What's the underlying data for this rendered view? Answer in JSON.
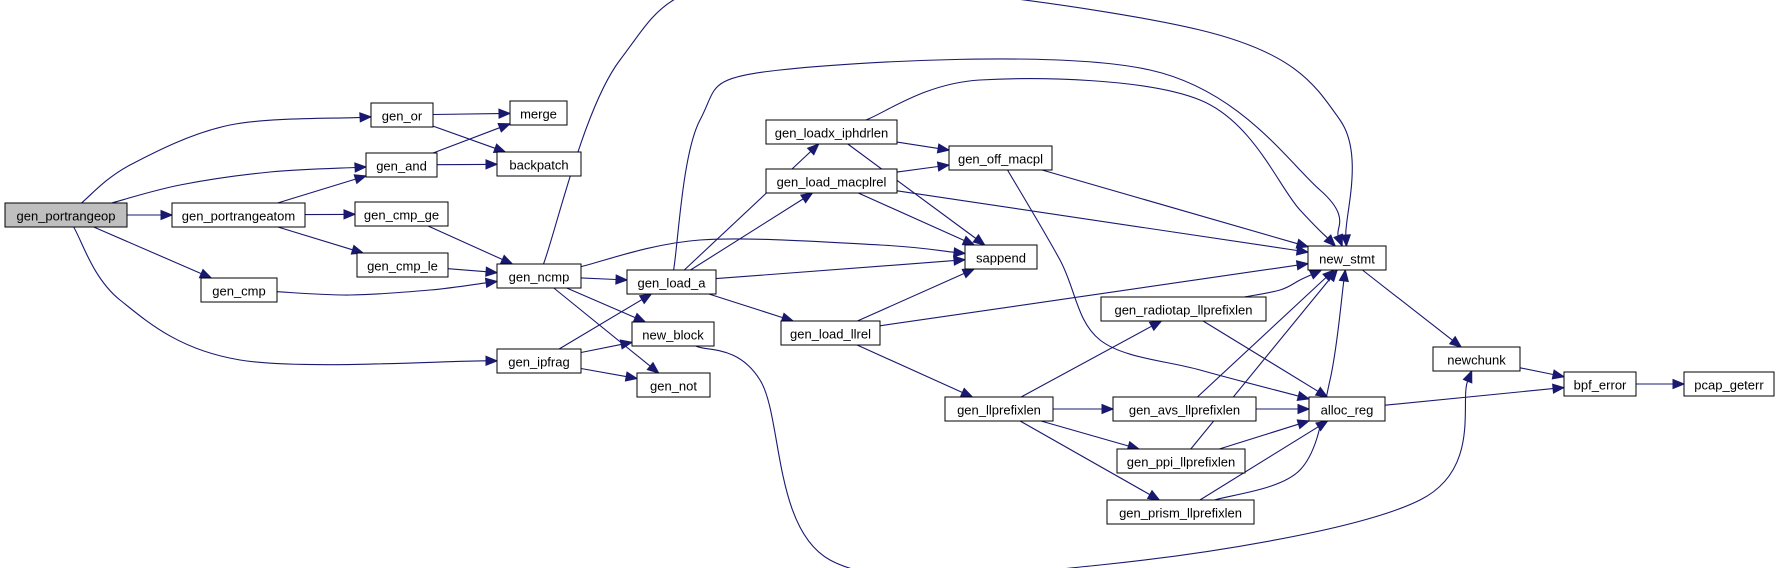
{
  "graph": {
    "edge_color": "#191970",
    "highlight_fill": "#bfbfbf",
    "nodes": [
      {
        "id": "gen_portrangeop",
        "label": "gen_portrangeop",
        "highlight": true
      },
      {
        "id": "gen_or",
        "label": "gen_or"
      },
      {
        "id": "gen_and",
        "label": "gen_and"
      },
      {
        "id": "gen_portrangeatom",
        "label": "gen_portrangeatom"
      },
      {
        "id": "gen_cmp",
        "label": "gen_cmp"
      },
      {
        "id": "gen_ipfrag",
        "label": "gen_ipfrag"
      },
      {
        "id": "merge",
        "label": "merge"
      },
      {
        "id": "backpatch",
        "label": "backpatch"
      },
      {
        "id": "gen_cmp_ge",
        "label": "gen_cmp_ge"
      },
      {
        "id": "gen_cmp_le",
        "label": "gen_cmp_le"
      },
      {
        "id": "gen_ncmp",
        "label": "gen_ncmp"
      },
      {
        "id": "gen_load_a",
        "label": "gen_load_a"
      },
      {
        "id": "new_block",
        "label": "new_block"
      },
      {
        "id": "gen_not",
        "label": "gen_not"
      },
      {
        "id": "gen_loadx_iphdrlen",
        "label": "gen_loadx_iphdrlen"
      },
      {
        "id": "gen_load_macplrel",
        "label": "gen_load_macplrel"
      },
      {
        "id": "gen_load_llrel",
        "label": "gen_load_llrel"
      },
      {
        "id": "gen_off_macpl",
        "label": "gen_off_macpl"
      },
      {
        "id": "sappend",
        "label": "sappend"
      },
      {
        "id": "gen_llprefixlen",
        "label": "gen_llprefixlen"
      },
      {
        "id": "gen_radiotap_llprefixlen",
        "label": "gen_radiotap_llprefixlen"
      },
      {
        "id": "gen_avs_llprefixlen",
        "label": "gen_avs_llprefixlen"
      },
      {
        "id": "gen_ppi_llprefixlen",
        "label": "gen_ppi_llprefixlen"
      },
      {
        "id": "gen_prism_llprefixlen",
        "label": "gen_prism_llprefixlen"
      },
      {
        "id": "new_stmt",
        "label": "new_stmt"
      },
      {
        "id": "alloc_reg",
        "label": "alloc_reg"
      },
      {
        "id": "newchunk",
        "label": "newchunk"
      },
      {
        "id": "bpf_error",
        "label": "bpf_error"
      },
      {
        "id": "pcap_geterr",
        "label": "pcap_geterr"
      }
    ],
    "edges": [
      [
        "gen_portrangeop",
        "gen_or"
      ],
      [
        "gen_portrangeop",
        "gen_and"
      ],
      [
        "gen_portrangeop",
        "gen_portrangeatom"
      ],
      [
        "gen_portrangeop",
        "gen_cmp"
      ],
      [
        "gen_portrangeop",
        "gen_ipfrag"
      ],
      [
        "gen_or",
        "merge"
      ],
      [
        "gen_or",
        "backpatch"
      ],
      [
        "gen_and",
        "merge"
      ],
      [
        "gen_and",
        "backpatch"
      ],
      [
        "gen_portrangeatom",
        "gen_and"
      ],
      [
        "gen_portrangeatom",
        "gen_cmp_ge"
      ],
      [
        "gen_portrangeatom",
        "gen_cmp_le"
      ],
      [
        "gen_cmp_ge",
        "gen_ncmp"
      ],
      [
        "gen_cmp_le",
        "gen_ncmp"
      ],
      [
        "gen_cmp",
        "gen_ncmp"
      ],
      [
        "gen_ncmp",
        "new_stmt"
      ],
      [
        "gen_ncmp",
        "sappend"
      ],
      [
        "gen_ncmp",
        "gen_load_a"
      ],
      [
        "gen_ncmp",
        "new_block"
      ],
      [
        "gen_ncmp",
        "gen_not"
      ],
      [
        "gen_ipfrag",
        "gen_load_a"
      ],
      [
        "gen_ipfrag",
        "new_block"
      ],
      [
        "gen_ipfrag",
        "gen_not"
      ],
      [
        "gen_load_a",
        "gen_loadx_iphdrlen"
      ],
      [
        "gen_load_a",
        "gen_load_macplrel"
      ],
      [
        "gen_load_a",
        "new_stmt"
      ],
      [
        "gen_load_a",
        "sappend"
      ],
      [
        "gen_load_a",
        "gen_load_llrel"
      ],
      [
        "new_block",
        "newchunk"
      ],
      [
        "gen_loadx_iphdrlen",
        "new_stmt"
      ],
      [
        "gen_loadx_iphdrlen",
        "gen_off_macpl"
      ],
      [
        "gen_loadx_iphdrlen",
        "sappend"
      ],
      [
        "gen_load_macplrel",
        "gen_off_macpl"
      ],
      [
        "gen_load_macplrel",
        "sappend"
      ],
      [
        "gen_load_macplrel",
        "new_stmt"
      ],
      [
        "gen_load_llrel",
        "sappend"
      ],
      [
        "gen_load_llrel",
        "new_stmt"
      ],
      [
        "gen_load_llrel",
        "gen_llprefixlen"
      ],
      [
        "gen_off_macpl",
        "new_stmt"
      ],
      [
        "gen_off_macpl",
        "alloc_reg"
      ],
      [
        "gen_llprefixlen",
        "gen_radiotap_llprefixlen"
      ],
      [
        "gen_llprefixlen",
        "gen_avs_llprefixlen"
      ],
      [
        "gen_llprefixlen",
        "gen_ppi_llprefixlen"
      ],
      [
        "gen_llprefixlen",
        "gen_prism_llprefixlen"
      ],
      [
        "gen_radiotap_llprefixlen",
        "new_stmt"
      ],
      [
        "gen_radiotap_llprefixlen",
        "alloc_reg"
      ],
      [
        "gen_avs_llprefixlen",
        "new_stmt"
      ],
      [
        "gen_avs_llprefixlen",
        "alloc_reg"
      ],
      [
        "gen_ppi_llprefixlen",
        "new_stmt"
      ],
      [
        "gen_ppi_llprefixlen",
        "alloc_reg"
      ],
      [
        "gen_prism_llprefixlen",
        "new_stmt"
      ],
      [
        "gen_prism_llprefixlen",
        "alloc_reg"
      ],
      [
        "new_stmt",
        "newchunk"
      ],
      [
        "alloc_reg",
        "bpf_error"
      ],
      [
        "newchunk",
        "bpf_error"
      ],
      [
        "bpf_error",
        "pcap_geterr"
      ]
    ]
  }
}
